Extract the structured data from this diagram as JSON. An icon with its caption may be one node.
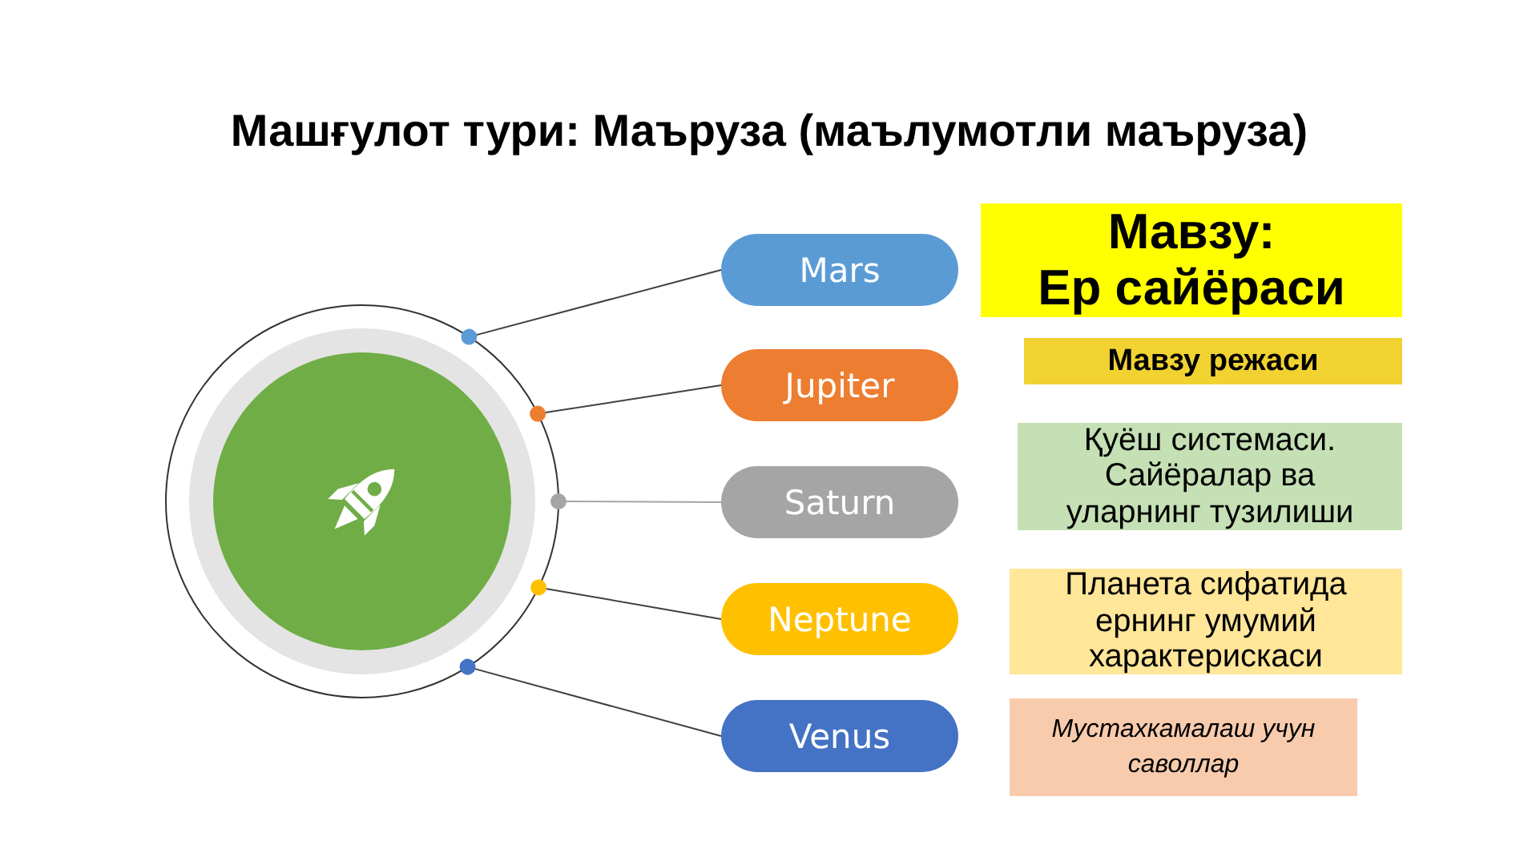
{
  "diagram": {
    "title": "Машғулот тури: Маъруза (маълумотли маъруза)",
    "nodes": [
      {
        "text": [],
        "shape": "circle"
      },
      {
        "text": [
          "Mars"
        ]
      },
      {
        "text": [
          "Jupiter"
        ]
      },
      {
        "text": [
          "Saturn"
        ]
      },
      {
        "text": [
          "Neptune"
        ]
      },
      {
        "text": [
          "Venus"
        ]
      },
      {
        "text": [
          "Мавзу: Ер сайёраси"
        ]
      },
      {
        "text": [
          "Мавзу режаси"
        ]
      },
      {
        "text": [
          "Қуёш системаси. Сайёралар ва уларнинг тузилиши"
        ]
      },
      {
        "text": [
          "Планета сифатида ернинг умумий характерискаси"
        ]
      },
      {
        "text": [
          "Мустахкамалаш учун саволлар"
        ]
      }
    ],
    "edges": [
      {
        "from": 0,
        "to": 1,
        "arrow": "other"
      },
      {
        "from": 0,
        "to": 2,
        "arrow": "other"
      },
      {
        "from": 0,
        "to": 3,
        "arrow": "other",
        "color": "#a5a5a5"
      },
      {
        "from": 0,
        "to": 4,
        "arrow": "other"
      },
      {
        "from": 0,
        "to": 5,
        "arrow": "other"
      }
    ]
  }
}
